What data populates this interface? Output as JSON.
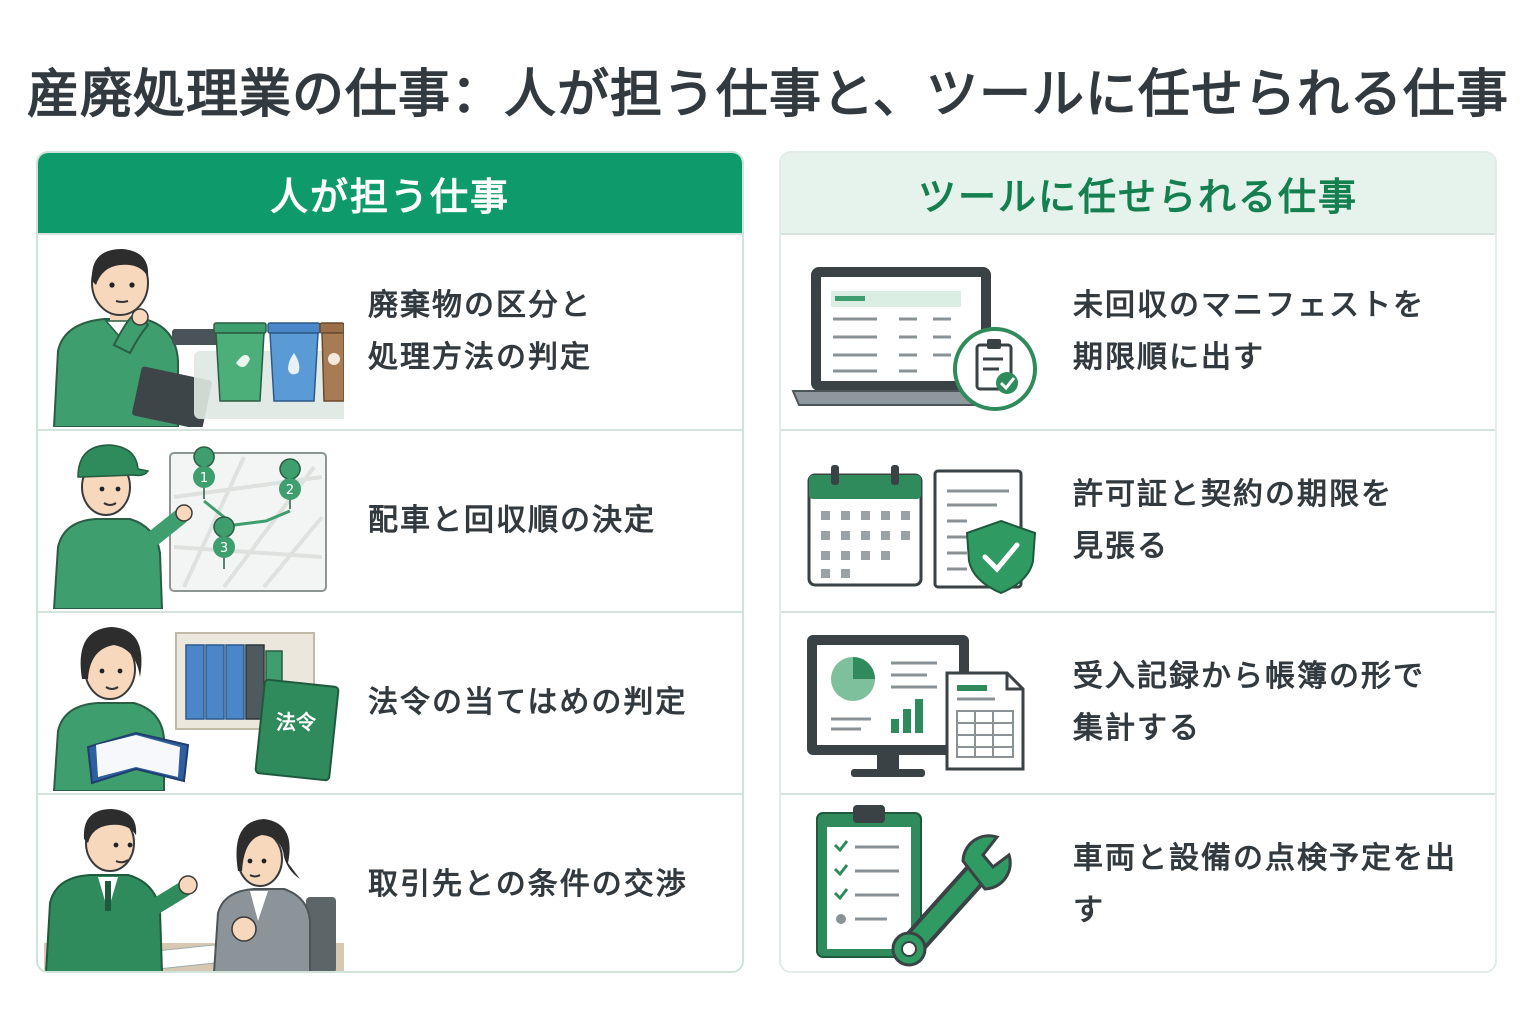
{
  "title": "産廃処理業の仕事：人が担う仕事と、ツールに任せられる仕事",
  "colors": {
    "accent": "#0e9a6a",
    "light_accent": "#e6f2ec",
    "text": "#333a3f"
  },
  "human": {
    "header": "人が担う仕事",
    "items": [
      {
        "icon": "worker-with-bins-icon",
        "lines": [
          "廃棄物の区分と",
          "処理方法の判定"
        ]
      },
      {
        "icon": "route-map-icon",
        "lines": [
          "配車と回収順の決定"
        ]
      },
      {
        "icon": "law-book-icon",
        "lines": [
          "法令の当てはめの判定"
        ],
        "book_label": "法令"
      },
      {
        "icon": "negotiation-icon",
        "lines": [
          "取引先との条件の交渉"
        ]
      }
    ]
  },
  "tool": {
    "header": "ツールに任せられる仕事",
    "items": [
      {
        "icon": "laptop-checklist-icon",
        "lines": [
          "未回収のマニフェストを",
          "期限順に出す"
        ]
      },
      {
        "icon": "calendar-shield-icon",
        "lines": [
          "許可証と契約の期限を",
          "見張る"
        ]
      },
      {
        "icon": "monitor-report-icon",
        "lines": [
          "受入記録から帳簿の形で",
          "集計する"
        ]
      },
      {
        "icon": "clipboard-wrench-icon",
        "lines": [
          "車両と設備の点検予定を出す"
        ]
      }
    ]
  }
}
